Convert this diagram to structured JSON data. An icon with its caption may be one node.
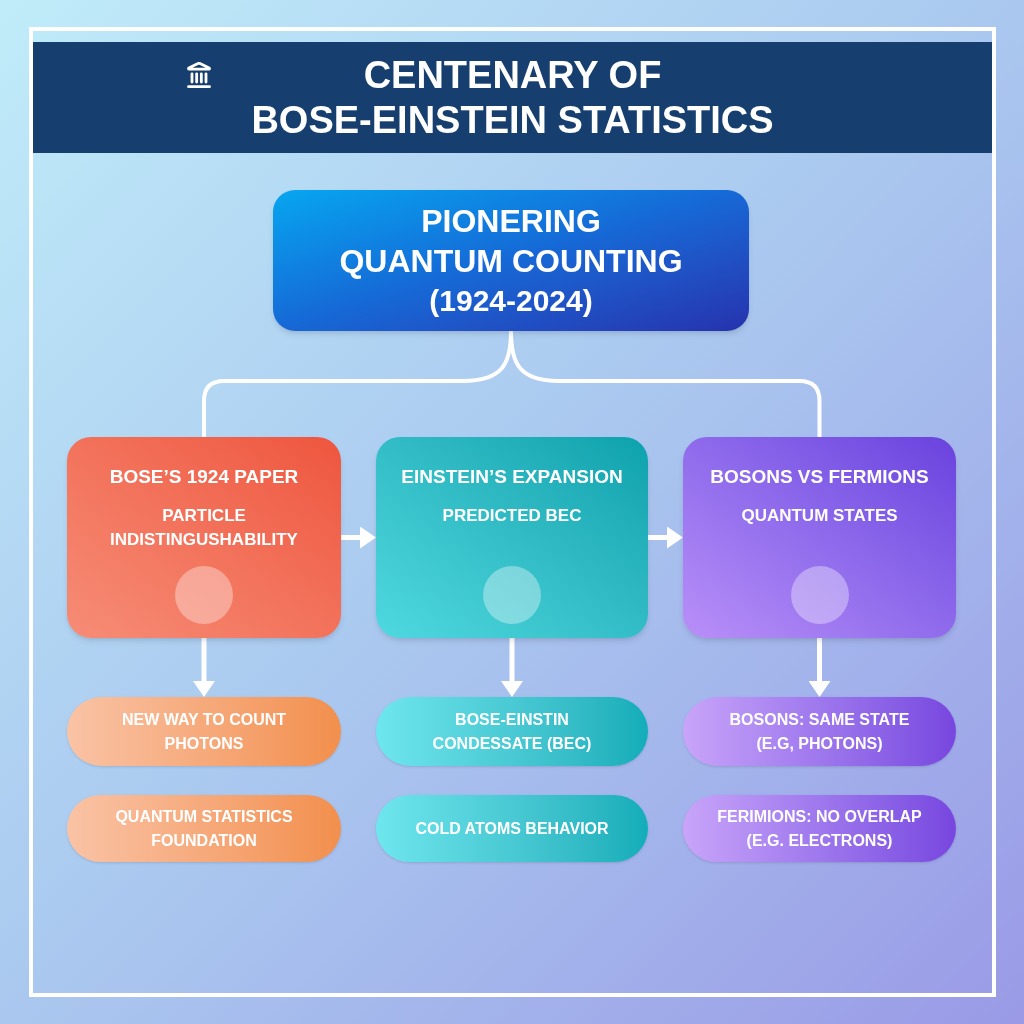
{
  "diagram": {
    "title": "CENTENARY OF BOSE-EINSTEIN STATISTICS",
    "nodes": [
      {
        "text": [
          "PIONERING QUANTUM COUNTING",
          "(1924-2024)"
        ]
      },
      {
        "text": [
          "BOSE’S 1924 PAPER",
          "PARTICLE INDISTINGUSHABILITY"
        ]
      },
      {
        "text": [
          "EINSTEIN’S EXPANSION",
          "PREDICTED BEC"
        ]
      },
      {
        "text": [
          "BOSONS VS FERMIONS",
          "QUANTUM STATES"
        ]
      },
      {
        "text": [
          "NEW WAY TO COUNT PHOTONS"
        ]
      },
      {
        "text": [
          "BOSE-EINSTIN CONDESSATE (BEC)"
        ]
      },
      {
        "text": [
          "BOSONS: SAME STATE (E.G, PHOTONS)"
        ]
      },
      {
        "text": [
          "QUANTUM STATISTICS FOUNDATION"
        ]
      },
      {
        "text": [
          "COLD ATOMS BEHAVIOR"
        ]
      },
      {
        "text": [
          "FERIMIONS: NO OVERLAP (E.G. ELECTRONS)"
        ]
      }
    ],
    "edges": [
      {
        "from": 0,
        "to": 1,
        "arrow": "none"
      },
      {
        "from": 0,
        "to": 3,
        "arrow": "none"
      },
      {
        "from": 1,
        "to": 2,
        "arrow": "to"
      },
      {
        "from": 2,
        "to": 3,
        "arrow": "to"
      },
      {
        "from": 1,
        "to": 4,
        "arrow": "to"
      },
      {
        "from": 2,
        "to": 5,
        "arrow": "to"
      },
      {
        "from": 3,
        "to": 6,
        "arrow": "to"
      }
    ]
  }
}
